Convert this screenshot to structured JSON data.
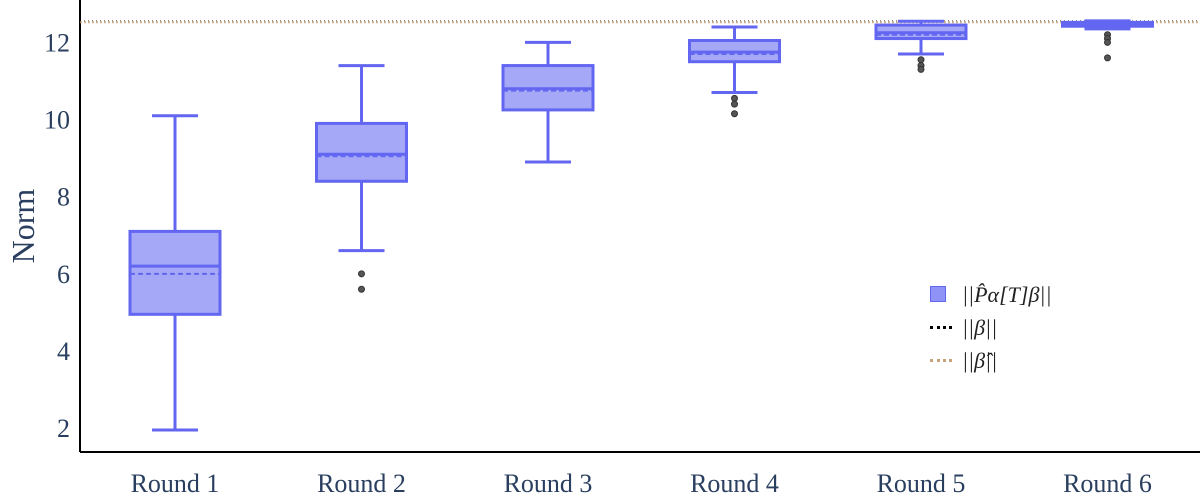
{
  "chart_data": {
    "type": "box",
    "ylabel": "Norm",
    "xlabel": "",
    "ylim": [
      1.38,
      13.1
    ],
    "yticks": [
      2,
      4,
      6,
      8,
      10,
      12
    ],
    "grid": false,
    "legend_placement": "right",
    "categories": [
      "Round 1",
      "Round 2",
      "Round 3",
      "Round 4",
      "Round 5",
      "Round 6"
    ],
    "boxes": [
      {
        "low": 1.95,
        "q1": 4.95,
        "median": 6.2,
        "mean": 6.0,
        "q3": 7.1,
        "high": 10.1,
        "outliers": []
      },
      {
        "low": 6.6,
        "q1": 8.4,
        "median": 9.1,
        "mean": 9.05,
        "q3": 9.9,
        "high": 11.4,
        "outliers": [
          6.0,
          5.6
        ]
      },
      {
        "low": 8.9,
        "q1": 10.25,
        "median": 10.8,
        "mean": 10.75,
        "q3": 11.4,
        "high": 12.0,
        "outliers": []
      },
      {
        "low": 10.7,
        "q1": 11.5,
        "median": 11.75,
        "mean": 11.7,
        "q3": 12.05,
        "high": 12.4,
        "outliers": [
          10.55,
          10.4,
          10.15
        ]
      },
      {
        "low": 11.7,
        "q1": 12.1,
        "median": 12.25,
        "mean": 12.2,
        "q3": 12.45,
        "high": 12.55,
        "outliers": [
          11.55,
          11.4,
          11.3
        ]
      },
      {
        "low": 12.35,
        "q1": 12.42,
        "median": 12.47,
        "mean": 12.46,
        "q3": 12.52,
        "high": 12.56,
        "outliers": [
          12.2,
          12.1,
          12.0,
          11.6
        ]
      }
    ],
    "reference_lines": [
      {
        "name": "||β||",
        "value": 12.56,
        "color": "#000000"
      },
      {
        "name": "||β̂||",
        "value": 12.55,
        "color": "#c8a27a"
      }
    ],
    "legend": [
      {
        "label": "||P̂α[T]β||",
        "color": "#6366f1",
        "marker": "box"
      },
      {
        "label": "||β||",
        "color": "#000000",
        "marker": "dashdot"
      },
      {
        "label": "||β̂||",
        "color": "#c8a27a",
        "marker": "dotted"
      }
    ],
    "colors": {
      "box_fill": "#a5a8f7",
      "box_stroke": "#6366f1"
    }
  }
}
